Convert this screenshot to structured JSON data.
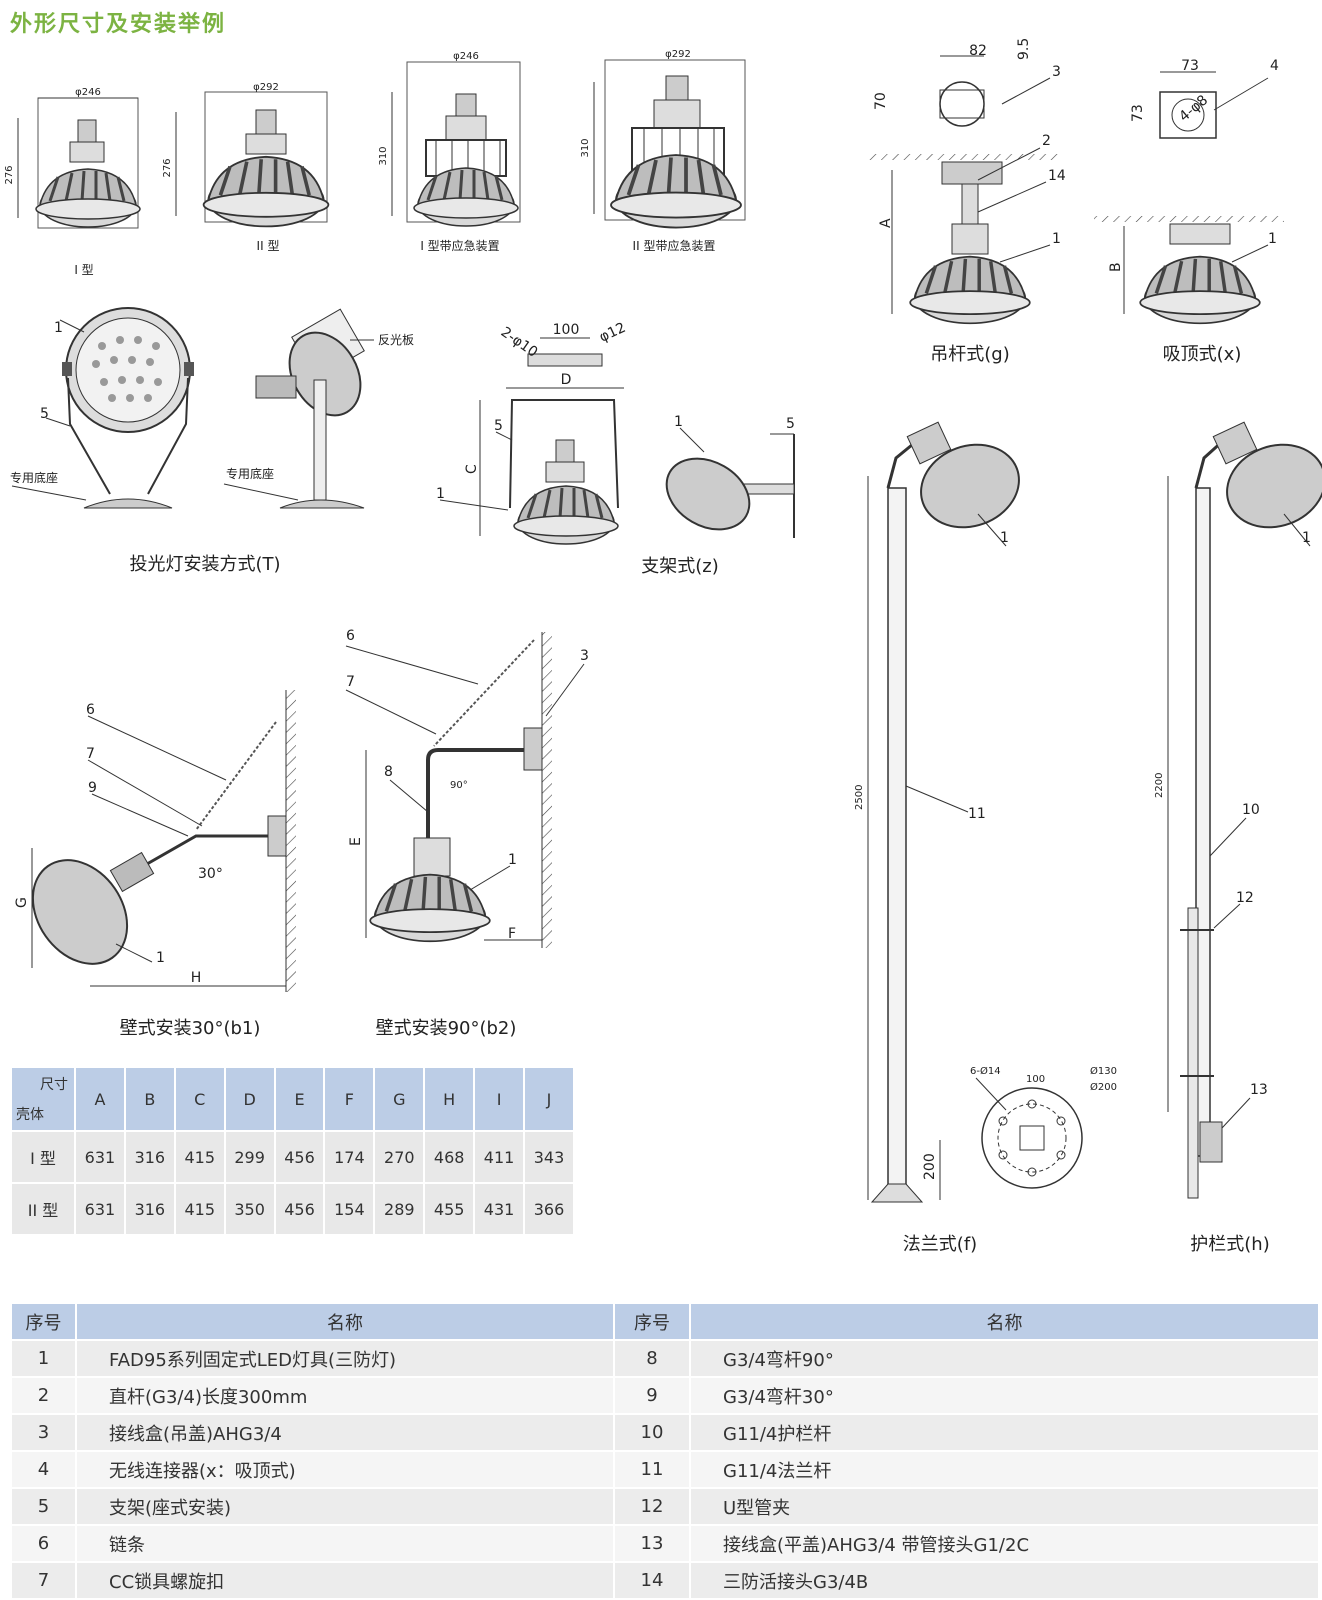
{
  "title": "外形尺寸及安装举例",
  "top_lamps": [
    {
      "dim_w": "φ246",
      "dim_h": "276",
      "caption": "I 型"
    },
    {
      "dim_w": "φ292",
      "dim_h": "276",
      "caption": "II 型"
    },
    {
      "dim_w": "φ246",
      "dim_h": "310",
      "caption": "I 型带应急装置"
    },
    {
      "dim_w": "φ292",
      "dim_h": "310",
      "caption": "II 型带应急装置"
    }
  ],
  "figures": {
    "pole_mount": {
      "caption": "吊杆式(g)",
      "dims": [
        "82",
        "9.5",
        "70",
        "A"
      ],
      "callouts": [
        "3",
        "2",
        "14",
        "1"
      ]
    },
    "ceiling_mount": {
      "caption": "吸顶式(x)",
      "dims": [
        "73",
        "73",
        "4-φ8",
        "B"
      ],
      "callouts": [
        "4",
        "1"
      ]
    },
    "flood_mount": {
      "caption": "投光灯安装方式(T)",
      "labels": [
        "专用底座",
        "专用底座",
        "反光板"
      ],
      "callouts": [
        "1",
        "5"
      ]
    },
    "bracket_mount": {
      "caption": "支架式(z)",
      "dims": [
        "100",
        "2-φ10",
        "φ12",
        "D",
        "C"
      ],
      "callouts": [
        "5",
        "1",
        "1",
        "5"
      ]
    },
    "wall_30": {
      "caption": "壁式安装30°(b1)",
      "dims": [
        "30°",
        "G",
        "H"
      ],
      "callouts": [
        "6",
        "7",
        "9",
        "1"
      ]
    },
    "wall_90": {
      "caption": "壁式安装90°(b2)",
      "dims": [
        "90°",
        "E",
        "F"
      ],
      "callouts": [
        "6",
        "7",
        "3",
        "8",
        "1"
      ]
    },
    "flange_mount": {
      "caption": "法兰式(f)",
      "dims": [
        "2500",
        "200",
        "6-Ø14",
        "100",
        "Ø130",
        "Ø200"
      ],
      "callouts": [
        "1",
        "11"
      ]
    },
    "guardrail_mount": {
      "caption": "护栏式(h)",
      "dims": [
        "2200"
      ],
      "callouts": [
        "1",
        "10",
        "12",
        "13"
      ]
    }
  },
  "dim_table": {
    "corner_top": "尺寸",
    "corner_bottom": "壳体",
    "columns": [
      "A",
      "B",
      "C",
      "D",
      "E",
      "F",
      "G",
      "H",
      "I",
      "J"
    ],
    "rows": [
      {
        "label": "I 型",
        "values": [
          "631",
          "316",
          "415",
          "299",
          "456",
          "174",
          "270",
          "468",
          "411",
          "343"
        ]
      },
      {
        "label": "II 型",
        "values": [
          "631",
          "316",
          "415",
          "350",
          "456",
          "154",
          "289",
          "455",
          "431",
          "366"
        ]
      }
    ]
  },
  "parts_table": {
    "headers": [
      "序号",
      "名称",
      "序号",
      "名称"
    ],
    "rows": [
      {
        "n1": "1",
        "name1": "FAD95系列固定式LED灯具(三防灯)",
        "n2": "8",
        "name2": "G3/4弯杆90°"
      },
      {
        "n1": "2",
        "name1": "直杆(G3/4)长度300mm",
        "n2": "9",
        "name2": "G3/4弯杆30°"
      },
      {
        "n1": "3",
        "name1": "接线盒(吊盖)AHG3/4",
        "n2": "10",
        "name2": "G11/4护栏杆"
      },
      {
        "n1": "4",
        "name1": "无线连接器(x：吸顶式)",
        "n2": "11",
        "name2": "G11/4法兰杆"
      },
      {
        "n1": "5",
        "name1": "支架(座式安装)",
        "n2": "12",
        "name2": "U型管夹"
      },
      {
        "n1": "6",
        "name1": "链条",
        "n2": "13",
        "name2": "接线盒(平盖)AHG3/4 带管接头G1/2C"
      },
      {
        "n1": "7",
        "name1": "CC锁具螺旋扣",
        "n2": "14",
        "name2": "三防活接头G3/4B"
      }
    ]
  }
}
